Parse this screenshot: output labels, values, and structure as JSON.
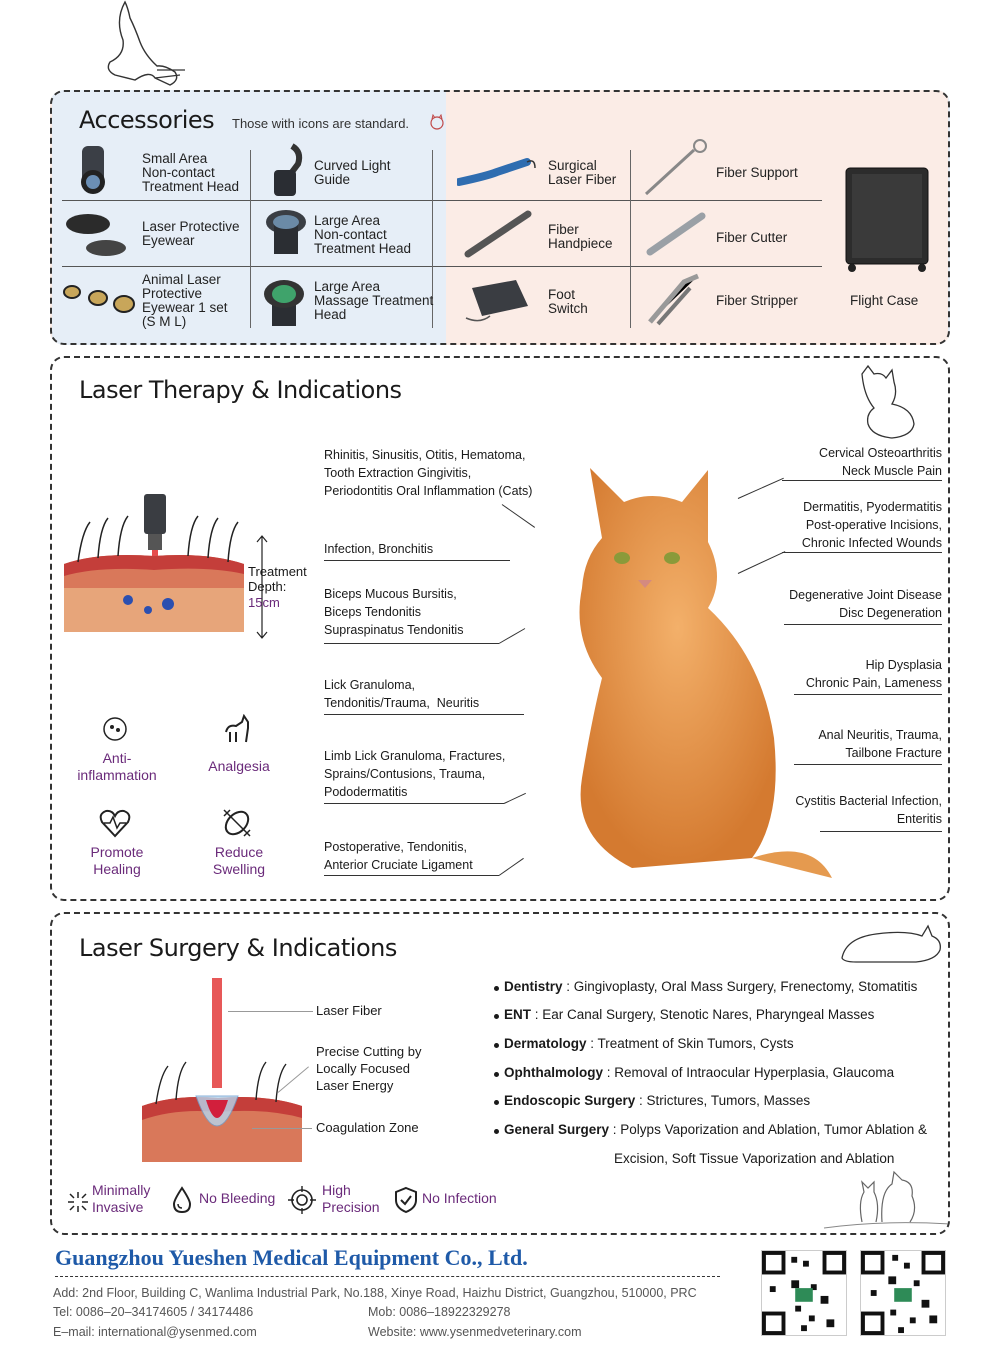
{
  "accessories": {
    "title": "Accessories",
    "subtitle": "Those with icons are standard.",
    "items": [
      {
        "label": "Small Area\nNon-contact\nTreatment Head",
        "icon": "treatment-head-icon"
      },
      {
        "label": "Curved Light\nGuide",
        "icon": "light-guide-icon"
      },
      {
        "label": "Surgical\nLaser Fiber",
        "icon": "laser-fiber-icon"
      },
      {
        "label": "Fiber Support",
        "icon": "fiber-support-icon"
      },
      {
        "label": "Laser Protective\nEyewear",
        "icon": "eyewear-icon"
      },
      {
        "label": "Large Area\nNon-contact\nTreatment Head",
        "icon": "large-head-icon"
      },
      {
        "label": "Fiber\nHandpiece",
        "icon": "handpiece-icon"
      },
      {
        "label": "Fiber Cutter",
        "icon": "cutter-icon"
      },
      {
        "label": "Animal Laser\nProtective\nEyewear 1 set\n(S M L)",
        "icon": "animal-eyewear-icon"
      },
      {
        "label": "Large Area\nMassage Treatment\nHead",
        "icon": "massage-head-icon"
      },
      {
        "label": "Foot\nSwitch",
        "icon": "foot-switch-icon"
      },
      {
        "label": "Fiber Stripper",
        "icon": "stripper-icon"
      },
      {
        "label": "Flight Case",
        "icon": "flight-case-icon"
      }
    ]
  },
  "therapy": {
    "title": "Laser Therapy & Indications",
    "depth_label": "Treatment\nDepth:",
    "depth_value": "15cm",
    "left_labels": [
      "Rhinitis, Sinusitis, Otitis, Hematoma,\nTooth Extraction Gingivitis,\nPeriodontitis Oral Inflammation (Cats)",
      "Infection,  Bronchitis",
      "Biceps Mucous Bursitis,\nBiceps Tendonitis\nSupraspinatus Tendonitis",
      "Lick Granuloma,\nTendonitis/Trauma,  Neuritis",
      "Limb Lick Granuloma, Fractures,\nSprains/Contusions, Trauma,\nPododermatitis",
      "Postoperative, Tendonitis,\nAnterior Cruciate Ligament"
    ],
    "right_labels": [
      "Cervical Osteoarthritis\nNeck Muscle Pain",
      "Dermatitis, Pyodermatitis\nPost-operative Incisions,\nChronic Infected Wounds",
      "Degenerative Joint Disease\nDisc Degeneration",
      "Hip Dysplasia\nChronic Pain, Lameness",
      "Anal Neuritis, Trauma,\nTailbone Fracture",
      "Cystitis Bacterial Infection,\nEnteritis"
    ],
    "benefits": [
      {
        "label": "Anti-\ninflammation",
        "icon": "anti-inflammation-icon"
      },
      {
        "label": "Analgesia",
        "icon": "analgesia-icon"
      },
      {
        "label": "Promote\nHealing",
        "icon": "healing-icon"
      },
      {
        "label": "Reduce\nSwelling",
        "icon": "swelling-icon"
      }
    ]
  },
  "surgery": {
    "title": "Laser Surgery & Indications",
    "diagram_labels": [
      "Laser Fiber",
      "Precise Cutting by\nLocally Focused\nLaser Energy",
      "Coagulation Zone"
    ],
    "items": [
      {
        "name": "Dentistry",
        "text": " : Gingivoplasty, Oral Mass Surgery, Frenectomy, Stomatitis"
      },
      {
        "name": "ENT",
        "text": " : Ear Canal Surgery, Stenotic Nares, Pharyngeal Masses"
      },
      {
        "name": "Dermatology",
        "text": " : Treatment of Skin Tumors, Cysts"
      },
      {
        "name": "Ophthalmology",
        "text": " : Removal of Intraocular Hyperplasia, Glaucoma"
      },
      {
        "name": "Endoscopic Surgery",
        "text": " : Strictures, Tumors, Masses"
      },
      {
        "name": "General Surgery",
        "text": " : Polyps Vaporization and Ablation, Tumor Ablation &"
      }
    ],
    "continuation": "Excision, Soft Tissue Vaporization and Ablation",
    "features": [
      {
        "label": "Minimally\nInvasive",
        "icon": "minimally-invasive-icon"
      },
      {
        "label": "No Bleeding",
        "icon": "no-bleeding-icon"
      },
      {
        "label": "High\nPrecision",
        "icon": "precision-icon"
      },
      {
        "label": "No Infection",
        "icon": "no-infection-icon"
      }
    ]
  },
  "footer": {
    "company": "Guangzhou Yueshen Medical Equipment Co., Ltd.",
    "address": "Add: 2nd Floor, Building C, Wanlima Industrial Park, No.188, Xinye Road, Haizhu District, Guangzhou, 510000, PRC",
    "tel": "Tel: 0086–20–34174605 / 34174486",
    "mob": "Mob: 0086–18922329278",
    "email": "E–mail: international@ysenmed.com",
    "website": "Website: www.ysenmedveterinary.com"
  }
}
